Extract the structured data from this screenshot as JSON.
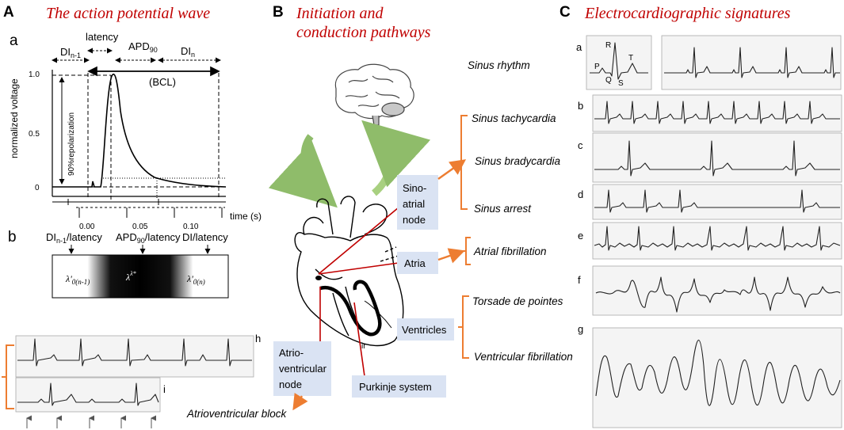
{
  "panelA": {
    "letter": "A",
    "title": "The action potential wave",
    "sub_a": "a",
    "sub_b": "b",
    "labels": {
      "latency": "latency",
      "apd": "APD",
      "apd_sub": "90",
      "di_prev": "DI",
      "di_prev_sub": "n-1",
      "di_n": "DI",
      "di_n_sub": "n",
      "bcl": "(BCL)",
      "repol": "90%repolarization",
      "ylabel": "normalized voltage",
      "xlabel": "time (s)"
    },
    "y_ticks": [
      "1.0",
      "0.5",
      "0"
    ],
    "x_ticks": [
      "0.00",
      "0.05",
      "0.10"
    ],
    "band_labels": {
      "di_prev": "DI",
      "di_prev_sub": "n-1",
      "di_prev_rest": "/latency",
      "apd": "APD",
      "apd_sub": "90",
      "apd_rest": "/latency",
      "di": "DI/latency"
    },
    "lambdas": {
      "left": "λ'",
      "left_sub": "0(n-1)",
      "mid": "λ",
      "mid_sup": "λ*",
      "right": "λ'",
      "right_sub": "0(n)"
    },
    "ecg_h": "h",
    "ecg_i": "i",
    "block": "Atrioventricular block"
  },
  "panelB": {
    "letter": "B",
    "title_l1": "Initiation and",
    "title_l2": "conduction pathways",
    "boxes": {
      "sa_l1": "Sino-",
      "sa_l2": "atrial",
      "sa_l3": "node",
      "atria": "Atria",
      "ventricles": "Ventricles",
      "av_l1": "Atrio-",
      "av_l2": "ventricular",
      "av_l3": "node",
      "purkinje": "Purkinje system"
    },
    "heart_mark": "ir",
    "conditions": {
      "sinus_rhythm": "Sinus rhythm",
      "sinus_tachy": "Sinus tachycardia",
      "sinus_brady": "Sinus bradycardia",
      "sinus_arrest": "Sinus arrest",
      "afib": "Atrial fibrillation",
      "torsade": "Torsade de pointes",
      "vfib": "Ventricular fibrillation"
    },
    "colors": {
      "accent": "#ed7d31",
      "box": "#dae3f3",
      "line": "#c00000",
      "arrow": "#8fbc6a"
    }
  },
  "panelC": {
    "letter": "C",
    "title": "Electrocardiographic signatures",
    "strips": [
      "a",
      "b",
      "c",
      "d",
      "e",
      "f",
      "g"
    ],
    "wave": {
      "P": "P",
      "Q": "Q",
      "R": "R",
      "S": "S",
      "T": "T"
    }
  }
}
